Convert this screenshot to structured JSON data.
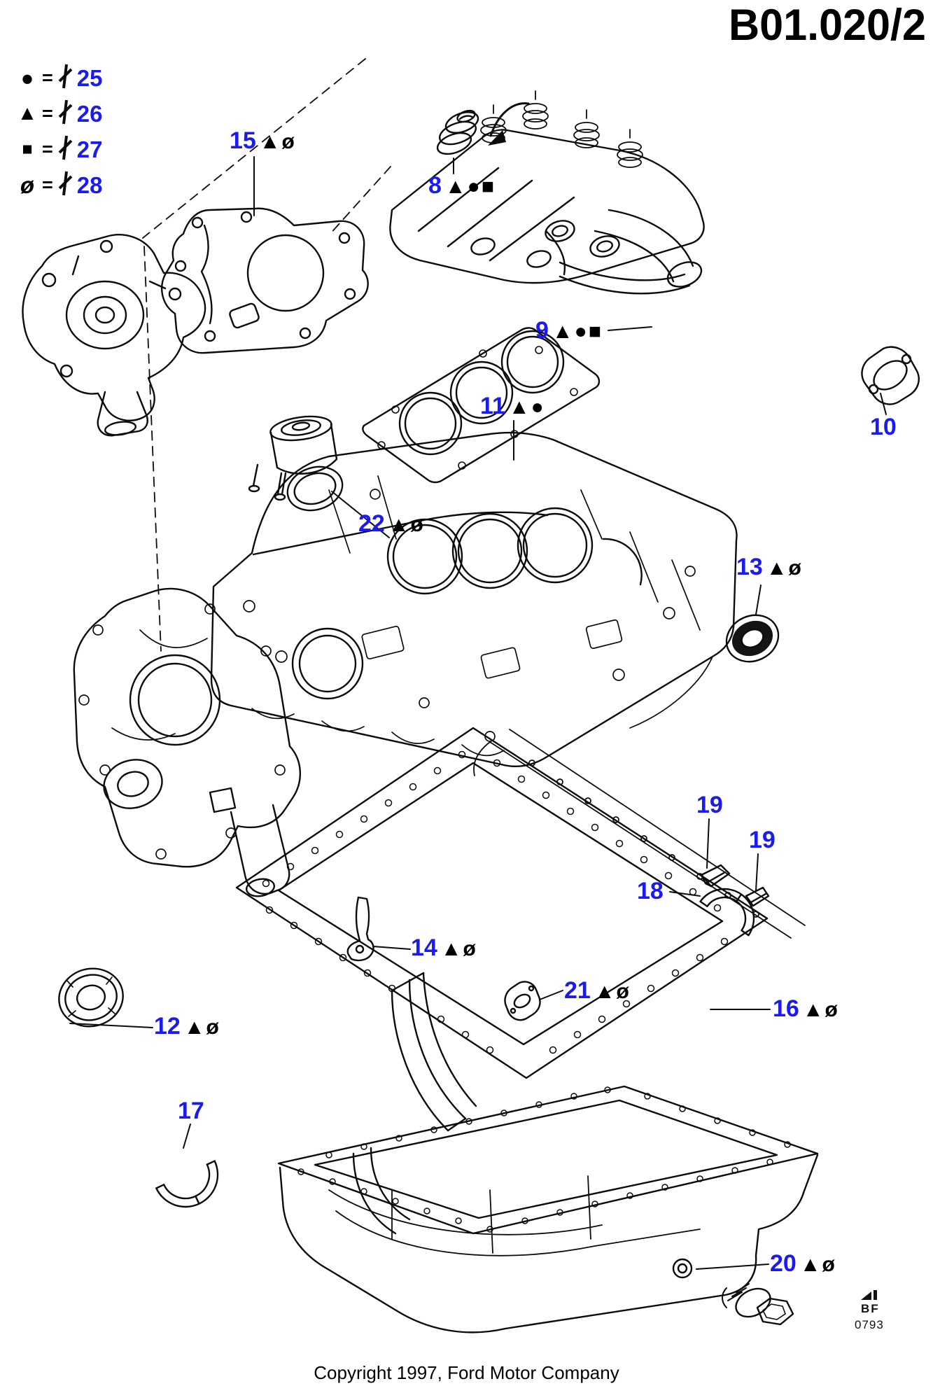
{
  "header": {
    "title": "B01.020/2"
  },
  "legend": {
    "equals": "=",
    "items": [
      {
        "symbol": "●",
        "ref": "25"
      },
      {
        "symbol": "▲",
        "ref": "26"
      },
      {
        "symbol": "■",
        "ref": "27"
      },
      {
        "symbol": "ø",
        "ref": "28"
      }
    ]
  },
  "callouts": [
    {
      "num": "15",
      "symbols": "▲ø"
    },
    {
      "num": "8",
      "symbols": "▲●■"
    },
    {
      "num": "9",
      "symbols": "▲●■"
    },
    {
      "num": "11",
      "symbols": "▲●"
    },
    {
      "num": "10",
      "symbols": ""
    },
    {
      "num": "22",
      "symbols": "▲ø"
    },
    {
      "num": "13",
      "symbols": "▲ø"
    },
    {
      "num": "19",
      "symbols": ""
    },
    {
      "num": "19",
      "symbols": ""
    },
    {
      "num": "18",
      "symbols": ""
    },
    {
      "num": "14",
      "symbols": "▲ø"
    },
    {
      "num": "21",
      "symbols": "▲ø"
    },
    {
      "num": "16",
      "symbols": "▲ø"
    },
    {
      "num": "12",
      "symbols": "▲ø"
    },
    {
      "num": "17",
      "symbols": ""
    },
    {
      "num": "20",
      "symbols": "▲ø"
    }
  ],
  "footer": {
    "copyright": "Copyright 1997, Ford Motor Company",
    "plate_mark": "BF",
    "plate_code": "0793"
  }
}
